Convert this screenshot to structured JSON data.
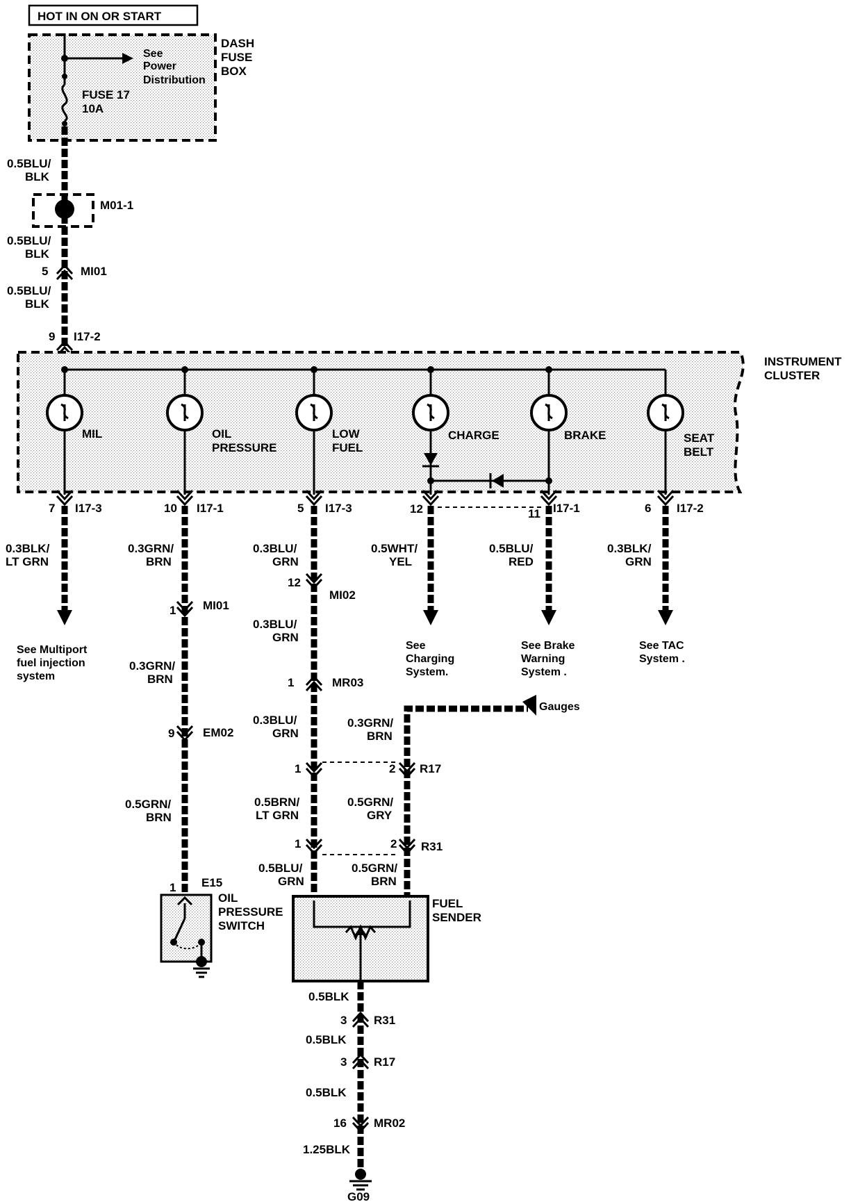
{
  "header": {
    "power_label": "HOT IN ON OR START"
  },
  "fuse_box": {
    "title_lines": [
      "DASH",
      "FUSE",
      "BOX"
    ],
    "see_lines": [
      "See",
      "Power",
      "Distribution"
    ],
    "fuse_lines": [
      "FUSE 17",
      "10A"
    ]
  },
  "feed": {
    "wire1": [
      "0.5BLU/",
      "BLK"
    ],
    "splice": "M01-1",
    "wire2": [
      "0.5BLU/",
      "BLK"
    ],
    "conn1_pin": "5",
    "conn1_name": "MI01",
    "wire3": [
      "0.5BLU/",
      "BLK"
    ],
    "conn2_pin": "9",
    "conn2_name": "I17-2"
  },
  "cluster": {
    "title_lines": [
      "INSTRUMENT",
      "CLUSTER"
    ],
    "lamps": [
      {
        "label_lines": [
          "MIL"
        ]
      },
      {
        "label_lines": [
          "OIL",
          "PRESSURE"
        ]
      },
      {
        "label_lines": [
          "LOW",
          "FUEL"
        ]
      },
      {
        "label_lines": [
          "CHARGE"
        ]
      },
      {
        "label_lines": [
          "BRAKE"
        ]
      },
      {
        "label_lines": [
          "SEAT",
          "BELT"
        ]
      }
    ]
  },
  "outputs": [
    {
      "pin": "7",
      "conn": "I17-3",
      "wire": [
        "0.3BLK/",
        "LT GRN"
      ],
      "see": [
        "See Multiport",
        "fuel injection",
        "system"
      ]
    },
    {
      "pin": "10",
      "conn": "I17-1",
      "wire": [
        "0.3GRN/",
        "BRN"
      ]
    },
    {
      "pin": "5",
      "conn": "I17-3",
      "wire": [
        "0.3BLU/",
        "GRN"
      ]
    },
    {
      "pin": "12",
      "conn": "",
      "wire": [
        "0.5WHT/",
        "YEL"
      ],
      "see": [
        "See",
        "Charging",
        "System."
      ]
    },
    {
      "pin": "11",
      "conn": "I17-1",
      "wire": [
        "0.5BLU/",
        "RED"
      ],
      "see": [
        "See Brake",
        "Warning",
        "System ."
      ]
    },
    {
      "pin": "6",
      "conn": "I17-2",
      "wire": [
        "0.3BLK/",
        "GRN"
      ],
      "see": [
        "See TAC",
        "System ."
      ]
    }
  ],
  "oil_circuit": {
    "c1_pin": "1",
    "c1_name": "MI01",
    "wire2": [
      "0.3GRN/",
      "BRN"
    ],
    "c2_pin": "9",
    "c2_name": "EM02",
    "wire3": [
      "0.5GRN/",
      "BRN"
    ],
    "switch_pin": "1",
    "switch_conn": "E15",
    "switch_lines": [
      "OIL",
      "PRESSURE",
      "SWITCH"
    ]
  },
  "fuel_circuit": {
    "c1_pin": "12",
    "c1_name": "MI02",
    "wire2": [
      "0.3BLU/",
      "GRN"
    ],
    "c2_pin": "1",
    "c2_name": "MR03",
    "wire3": [
      "0.3BLU/",
      "GRN"
    ],
    "r17_left_pin": "1",
    "r17_right_pin": "2",
    "r17_name": "R17",
    "wire4_left": [
      "0.5BRN/",
      "LT GRN"
    ],
    "wire4_right": [
      "0.5GRN/",
      "GRY"
    ],
    "r31_left_pin": "1",
    "r31_right_pin": "2",
    "r31_name": "R31",
    "wire5_left": [
      "0.5BLU/",
      "GRN"
    ],
    "wire5_right": [
      "0.5GRN/",
      "BRN"
    ],
    "gauges_label": "Gauges",
    "gauges_wire": [
      "0.3GRN/",
      "BRN"
    ],
    "sender_lines": [
      "FUEL",
      "SENDER"
    ]
  },
  "ground": {
    "w1": "0.5BLK",
    "c1_pin": "3",
    "c1_name": "R31",
    "w2": "0.5BLK",
    "c2_pin": "3",
    "c2_name": "R17",
    "w3": "0.5BLK",
    "c3_pin": "16",
    "c3_name": "MR02",
    "w4": "1.25BLK",
    "ground_name": "G09"
  }
}
